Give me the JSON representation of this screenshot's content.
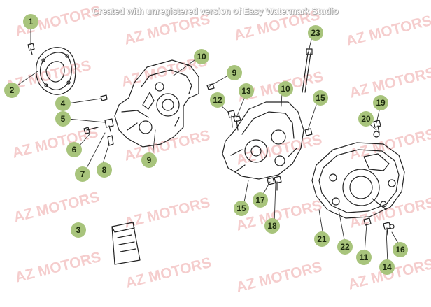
{
  "watermark_notice": "Created with unregistered version of Easy Watermark Studio",
  "brand_watermark": "AZ MOTORS",
  "colors": {
    "callout_fill": "#a8c47c",
    "callout_text": "#1c2a0e",
    "watermark": "#da3c3c",
    "line_art": "#222222"
  },
  "callouts": [
    "1",
    "2",
    "4",
    "5",
    "6",
    "7",
    "8",
    "3",
    "10",
    "9",
    "9",
    "12",
    "13",
    "10",
    "15",
    "15",
    "17",
    "18",
    "23",
    "19",
    "20",
    "21",
    "22",
    "11",
    "14",
    "16"
  ]
}
